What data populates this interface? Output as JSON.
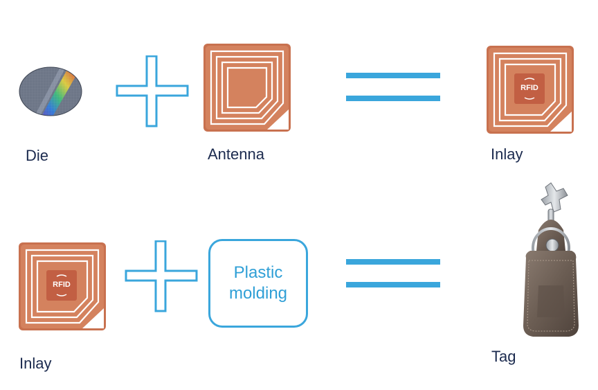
{
  "row1": {
    "die_label": "Die",
    "antenna_label": "Antenna",
    "result_label": "Inlay"
  },
  "row2": {
    "inlay_label": "Inlay",
    "molding_line1": "Plastic",
    "molding_line2": "molding",
    "result_label": "Tag"
  },
  "chip_text": "RFID",
  "icons": {
    "plus": "plus-outline-icon",
    "equals": "equals-icon"
  },
  "colors": {
    "accent": "#3aa6dc",
    "copper": "#c8714f",
    "label": "#1b2a4e"
  }
}
